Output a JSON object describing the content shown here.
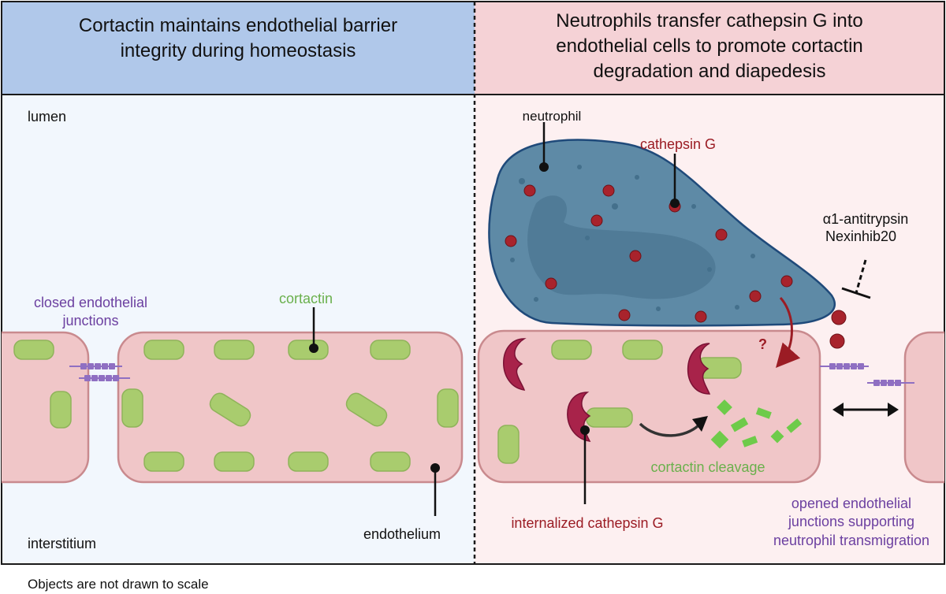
{
  "left_panel": {
    "title_line1": "Cortactin maintains endothelial barrier",
    "title_line2": "integrity during homeostasis",
    "lumen_label": "lumen",
    "interstitium_label": "interstitium",
    "closed_junctions_line1": "closed endothelial",
    "closed_junctions_line2": "junctions",
    "cortactin_label": "cortactin",
    "endothelium_label": "endothelium"
  },
  "right_panel": {
    "title_line1": "Neutrophils transfer cathepsin G into",
    "title_line2": "endothelial cells to promote cortactin",
    "title_line3": "degradation and diapedesis",
    "neutrophil_label": "neutrophil",
    "cathepsin_label": "cathepsin G",
    "inhibitor_line1": "α1-antitrypsin",
    "inhibitor_line2": "Nexinhib20",
    "question_mark": "?",
    "cleavage_label": "cortactin cleavage",
    "internalized_label": "internalized cathepsin G",
    "opened_line1": "opened endothelial",
    "opened_line2": "junctions supporting",
    "opened_line3": "neutrophil transmigration"
  },
  "footnote": "Objects are not drawn to scale",
  "colors": {
    "left_header": "#b0c8ea",
    "right_header": "#f5d2d6",
    "left_body": "#f2f7fd",
    "right_body": "#fdf0f1",
    "cell_fill": "#f0c6c8",
    "cell_stroke": "#c98a8e",
    "cortactin": "#a9cc6e",
    "cortactin_text": "#6ab04c",
    "neutrophil": "#5e8aa6",
    "cathepsin": "#a8232c",
    "cathepsin_text": "#9b1c24",
    "junction": "#8f6fc2",
    "junction_text": "#6b3fa0"
  }
}
